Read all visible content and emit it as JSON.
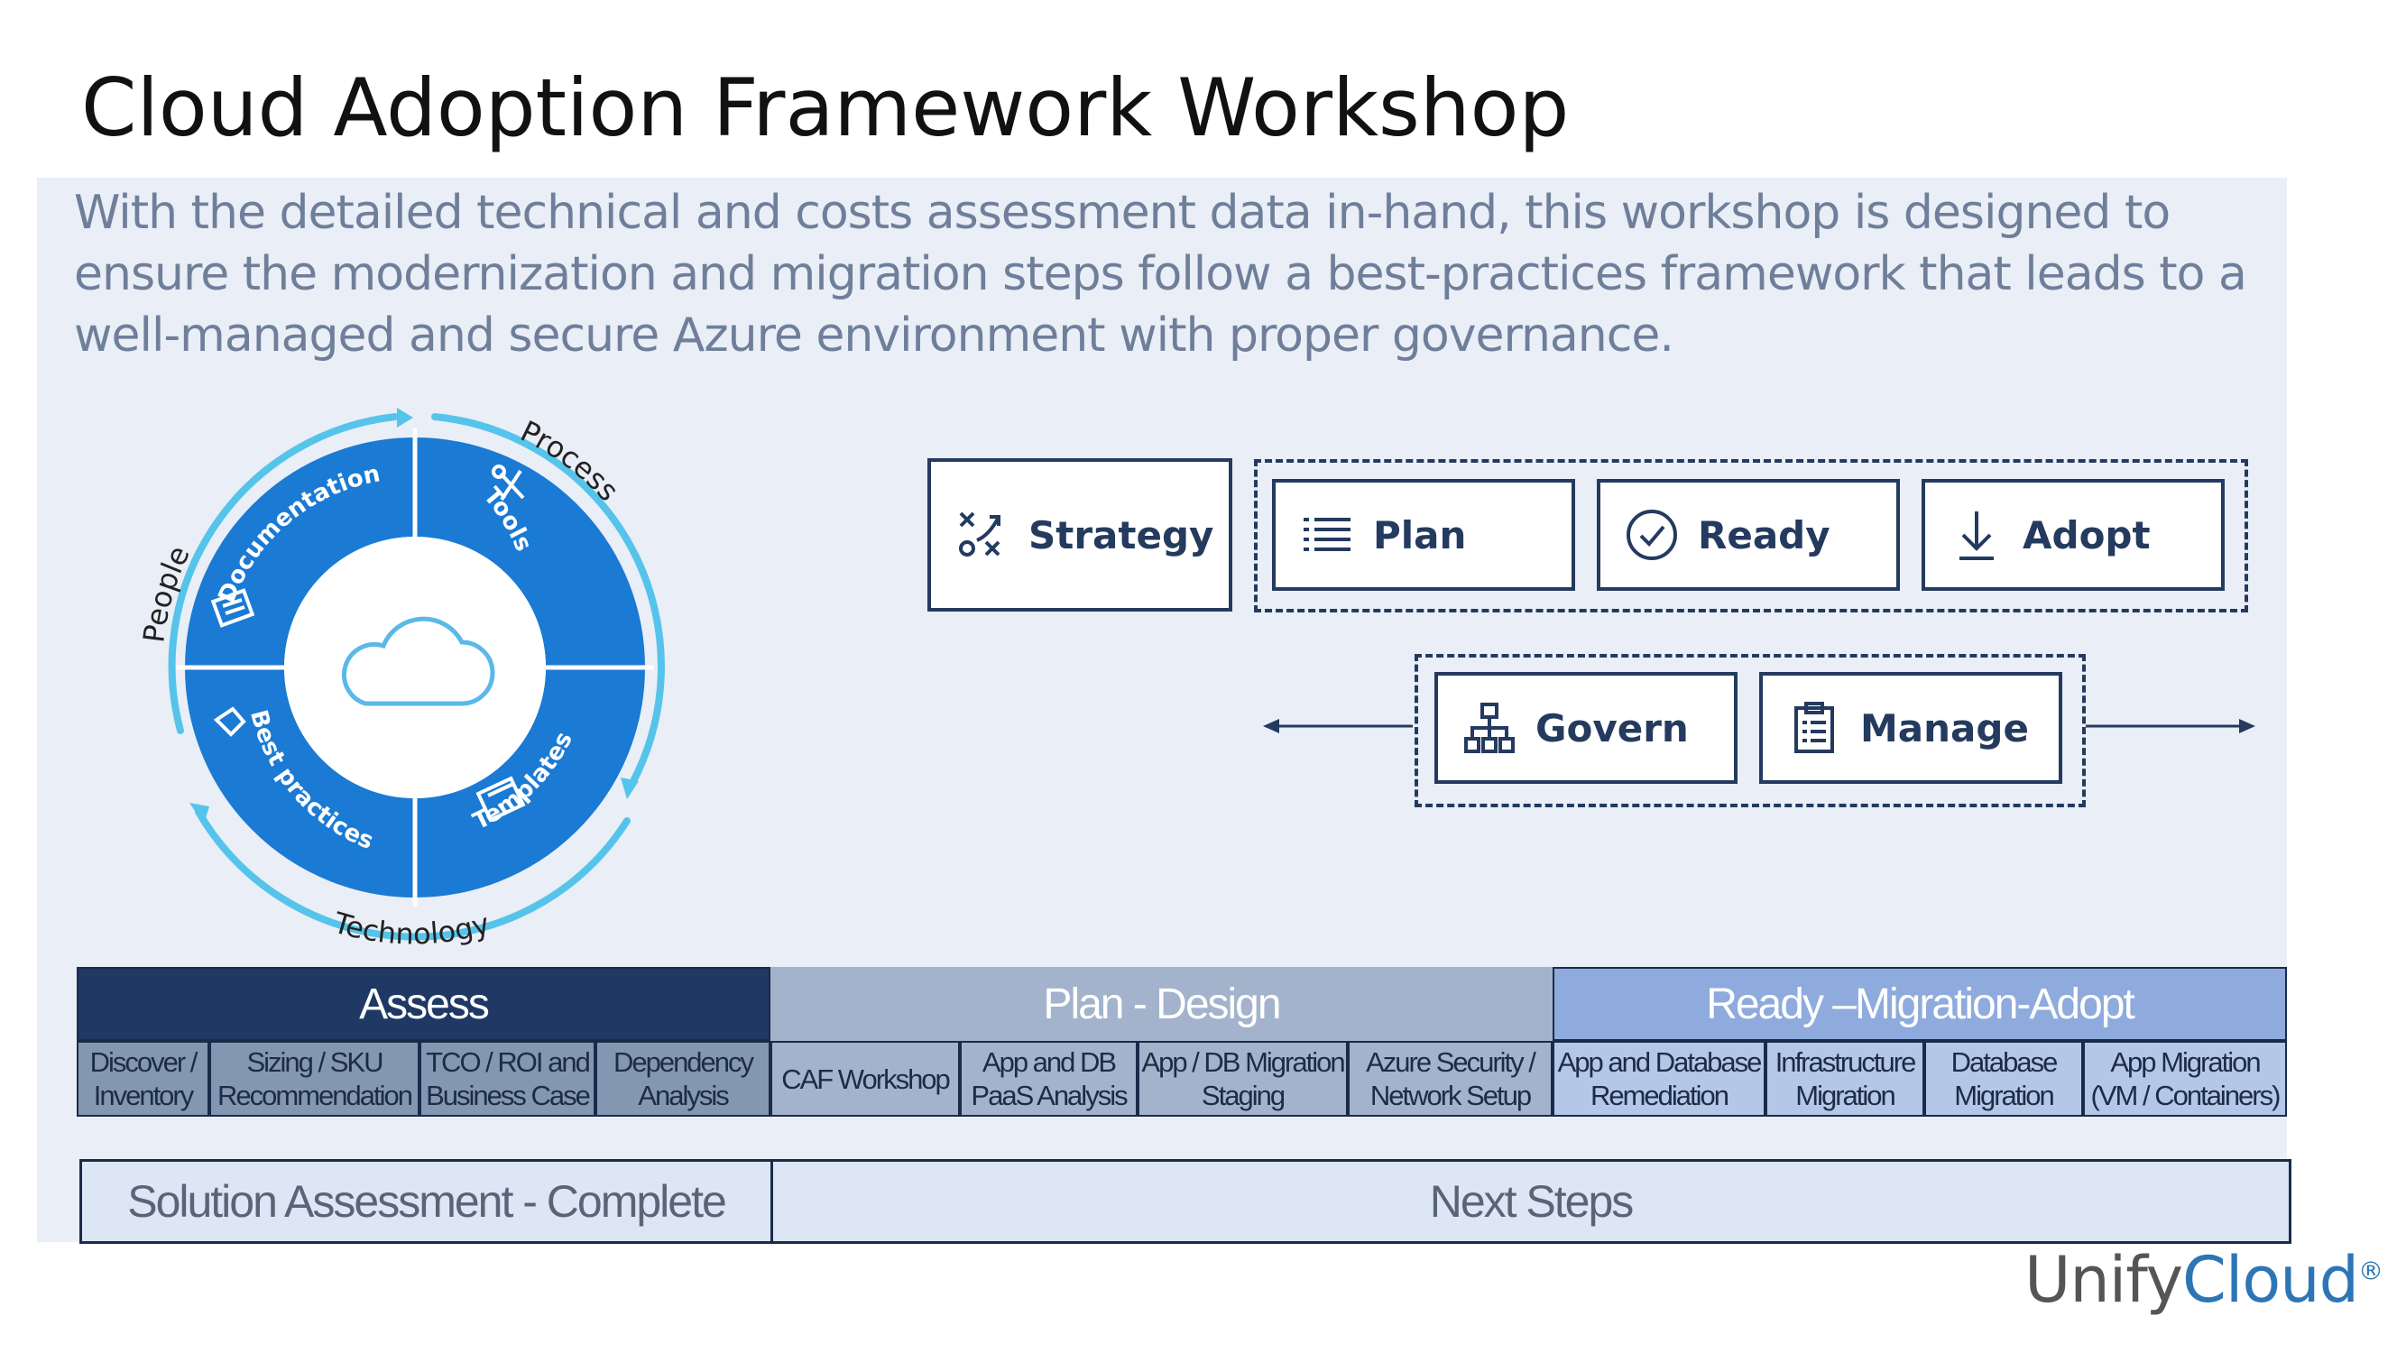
{
  "slide": {
    "title": "Cloud Adoption Framework Workshop",
    "intro": "With the detailed technical and costs assessment data in-hand, this workshop is designed to ensure the modernization and migration steps follow a best-practices framework that leads to a well-managed and secure Azure environment with proper governance."
  },
  "wheel": {
    "outer": [
      "People",
      "Process",
      "Technology"
    ],
    "segments": [
      "Documentation",
      "Tools",
      "Templates",
      "Best practices"
    ],
    "icons": [
      "cloud-icon",
      "tools-icon",
      "templates-icon",
      "best-practices-icon",
      "documentation-icon"
    ]
  },
  "framework": {
    "strategy": "Strategy",
    "plan": "Plan",
    "ready": "Ready",
    "adopt": "Adopt",
    "govern": "Govern",
    "manage": "Manage",
    "icons": [
      "strategy-icon",
      "list-icon",
      "check-circle-icon",
      "download-arrow-icon",
      "hierarchy-icon",
      "clipboard-icon",
      "arrow-left-icon",
      "arrow-right-icon"
    ]
  },
  "phases": [
    {
      "label": "Assess",
      "color": "#1f3864"
    },
    {
      "label": "Plan - Design",
      "color": "#a3b3cc"
    },
    {
      "label": "Ready –Migration-Adopt",
      "color": "#8faadc"
    }
  ],
  "steps": [
    {
      "label": "Discover / Inventory",
      "color": "#8497b0"
    },
    {
      "label": "Sizing / SKU Recommendation",
      "color": "#8497b0"
    },
    {
      "label": "TCO / ROI and Business Case",
      "color": "#8497b0"
    },
    {
      "label": "Dependency Analysis",
      "color": "#8497b0"
    },
    {
      "label": "CAF Workshop",
      "color": "#a3b3cc"
    },
    {
      "label": "App and DB PaaS Analysis",
      "color": "#a3b3cc"
    },
    {
      "label": "App / DB Migration Staging",
      "color": "#a3b3cc"
    },
    {
      "label": "Azure Security / Network Setup",
      "color": "#a3b3cc"
    },
    {
      "label": "App and Database Remediation",
      "color": "#b4c7e7"
    },
    {
      "label": "Infrastructure Migration",
      "color": "#b4c7e7"
    },
    {
      "label": "Database Migration",
      "color": "#b4c7e7"
    },
    {
      "label": "App Migration (VM / Containers)",
      "color": "#b4c7e7"
    }
  ],
  "status": {
    "complete": "Solution Assessment - Complete",
    "next": "Next Steps"
  },
  "logo": {
    "unify": "Unify",
    "cloud": "Cloud",
    "reg": "®",
    "unify_color": "#555555",
    "cloud_color": "#2e75b6"
  }
}
